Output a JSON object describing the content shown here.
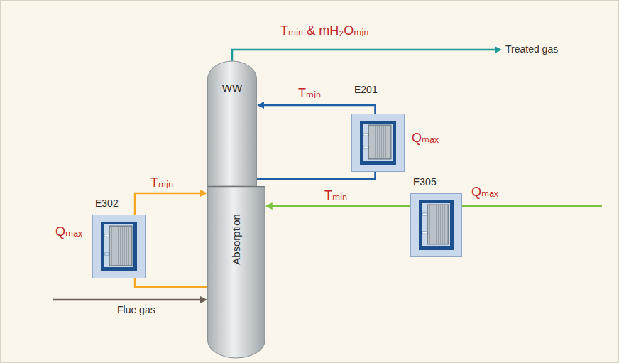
{
  "diagram": {
    "nodes": [
      {
        "text": [
          "WW"
        ]
      },
      {
        "text": [
          "Absorption"
        ]
      },
      {
        "text": [
          "E201"
        ]
      },
      {
        "text": [
          "E305"
        ]
      },
      {
        "text": [
          "E302"
        ]
      }
    ],
    "edges": [
      {
        "from": 2,
        "to": 0,
        "arrow": "to",
        "label": "Tₘᵢₙ"
      },
      {
        "from": 0,
        "to": 2,
        "arrow": "none"
      },
      {
        "from": 3,
        "to": 1,
        "arrow": "to",
        "label": "Tₘᵢₙ"
      },
      {
        "from": 4,
        "to": 1,
        "arrow": "to",
        "label": "Tₘᵢₙ"
      },
      {
        "from": 1,
        "to": 4,
        "arrow": "none"
      }
    ],
    "labels": [
      "Tₘᵢₙ & ṁH₂Oₘᵢₙ",
      "Treated gas",
      "Qₘₐₓ",
      "Qₘₐₓ",
      "Qₘₐₓ",
      "Flue gas"
    ]
  }
}
